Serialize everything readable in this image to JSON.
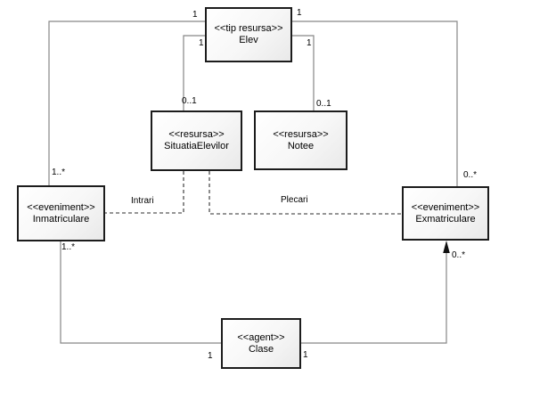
{
  "diagram": {
    "nodes": {
      "elev": {
        "stereotype": "<<tip resursa>>",
        "name": "Elev"
      },
      "situatia": {
        "stereotype": "<<resursa>>",
        "name": "SituatiaElevilor"
      },
      "notee": {
        "stereotype": "<<resursa>>",
        "name": "Notee"
      },
      "inmatriculare": {
        "stereotype": "<<eveniment>>",
        "name": "Inmatriculare"
      },
      "exmatriculare": {
        "stereotype": "<<eveniment>>",
        "name": "Exmatriculare"
      },
      "clase": {
        "stereotype": "<<agent>>",
        "name": "Clase"
      }
    },
    "multiplicities": {
      "elev_side_inmatriculare": "1",
      "inmatriculare_side_elev": "1..*",
      "elev_side_situatia": "1",
      "situatia_side_elev": "0..1",
      "elev_side_exmatriculare": "1",
      "exmatriculare_side_elev": "0..*",
      "elev_side_notee": "1",
      "notee_side_elev": "0..1",
      "inmatriculare_side_clase": "1..*",
      "clase_side_inmatriculare": "1",
      "clase_side_exmatriculare": "1",
      "exmatriculare_side_clase": "0..*"
    },
    "edge_labels": {
      "intrari": "Intrari",
      "plecari": "Plecari"
    },
    "colors": {
      "connector": "#878787",
      "dependency": "#2e2e2e",
      "arrowhead": "#111111",
      "node_border": "#1c1c1c",
      "node_fill": "#f3f3f3",
      "background": "#ffffff",
      "text": "#000000"
    }
  }
}
